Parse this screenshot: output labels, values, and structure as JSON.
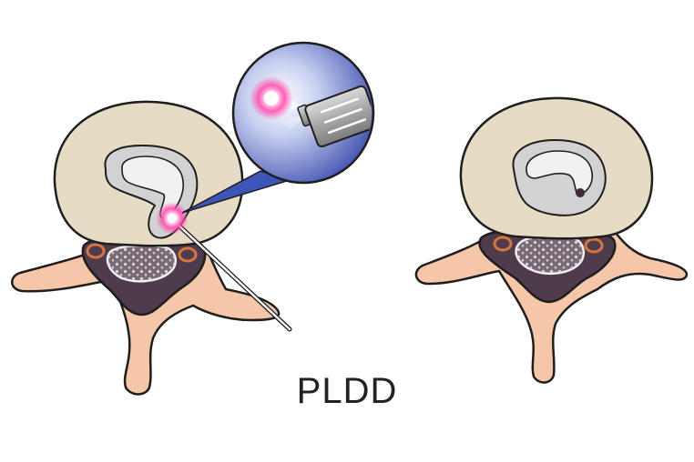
{
  "caption": "PLDD",
  "colors": {
    "outline": "#1e1e1e",
    "vertebral_body": "#e6dcc6",
    "annulus": "#d2d2d2",
    "nucleus": "#f1f1f1",
    "spinal_cord": "#4e3b4c",
    "nerve_roots": "#f2f2f2",
    "processes": "#f5c6a8",
    "nerve_ring": "#d8743e",
    "laser_glow": "#ff3fa8",
    "magnifier_blue": "#3e55b8",
    "probe": "#9a9a9a"
  },
  "icons": [
    "vertebra-before",
    "vertebra-after",
    "laser-fiber-icon",
    "magnifier-callout",
    "laser-probe-icon"
  ]
}
